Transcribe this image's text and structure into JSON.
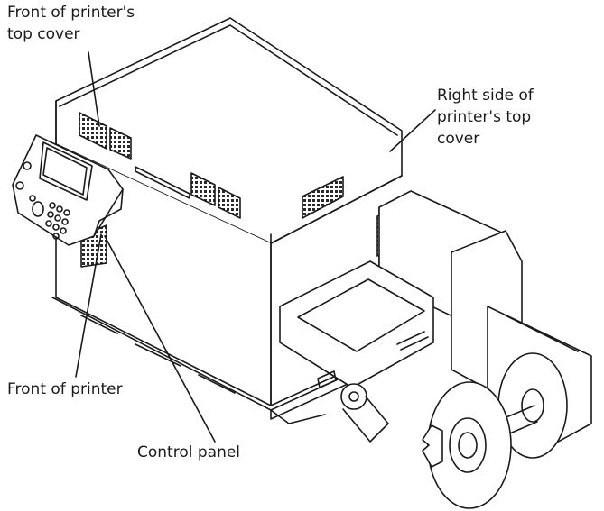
{
  "labels": {
    "front_top_cover": [
      "Front of printer's",
      "top cover"
    ],
    "right_side_top_cover": [
      "Right side of",
      "printer's top",
      "cover"
    ],
    "front_of_printer": "Front of printer",
    "control_panel": "Control panel"
  },
  "colors": {
    "line": "#1a1a1a",
    "background": "#ffffff",
    "vent": "#2a2a2a"
  }
}
